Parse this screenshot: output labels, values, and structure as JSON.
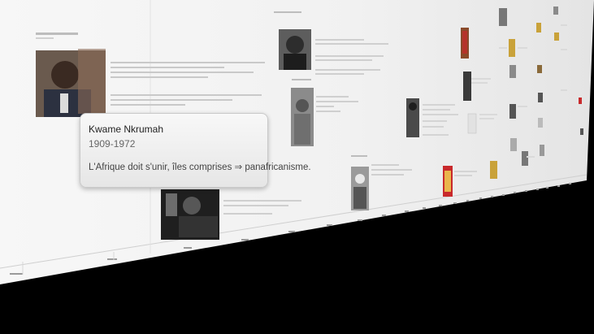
{
  "tooltip": {
    "name": "Kwame Nkrumah",
    "years": "1909-1972",
    "quote": "L'Afrique doit s'unir, îles comprises ⇒ panafricanisme."
  },
  "colors": {
    "background": "#000000",
    "plane": "#f4f4f4",
    "tooltip_bg": "#efefef",
    "accent_red": "#c8292b",
    "accent_yellow": "#c9a23a"
  }
}
